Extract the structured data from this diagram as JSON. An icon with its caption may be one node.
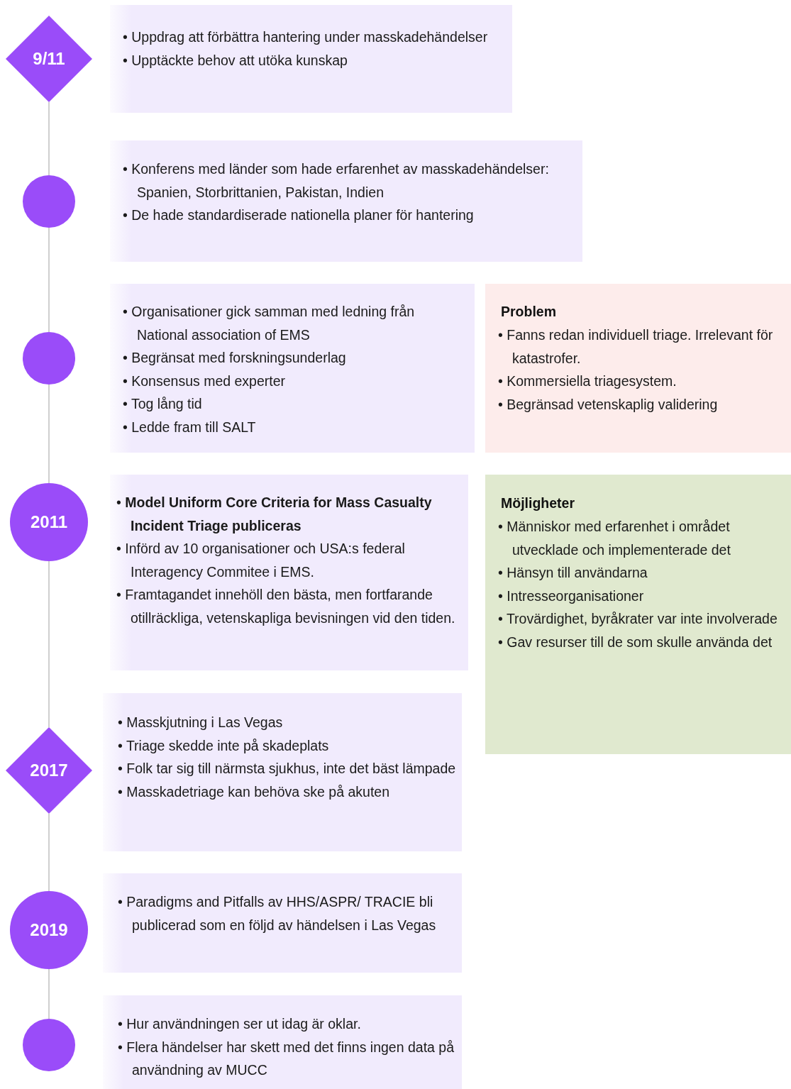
{
  "diagram": {
    "nodes": [
      {
        "text": [
          "9/11"
        ]
      },
      {
        "text": [
          "• Uppdrag att förbättra hantering under masskadehändelser",
          "• Upptäckte behov att utöka kunskap"
        ]
      },
      {
        "text": [],
        "shape": "circle"
      },
      {
        "text": [
          "• Konferens med länder som hade erfarenhet av masskadehändelser: Spanien, Storbrittanien, Pakistan, Indien",
          "• De hade standardiserade nationella planer för hantering"
        ]
      },
      {
        "text": [],
        "shape": "circle"
      },
      {
        "text": [
          "• Organisationer gick samman med ledning från National association of EMS",
          "• Begränsat med forskningsunderlag",
          "• Konsensus med experter",
          "• Tog lång tid",
          "• Ledde fram till SALT"
        ]
      },
      {
        "text": [
          "Problem",
          "• Fanns redan individuell triage. Irrelevant för katastrofer.",
          "• Kommersiella triagesystem.",
          "• Begränsad vetenskaplig validering"
        ]
      },
      {
        "text": [
          "2011"
        ]
      },
      {
        "text": [
          "• **Model Uniform Core Criteria for Mass Casualty Incident Triage publiceras**",
          "• Införd av 10 organisationer och USA:s federal Interagency Commitee i EMS.",
          "• Framtagandet innehöll den bästa, men fortfarande otillräckliga, vetenskapliga bevisningen vid den tiden."
        ]
      },
      {
        "text": [
          "Möjligheter",
          "• Människor med erfarenhet i området utvecklade och implementerade det",
          "• Hänsyn till användarna",
          "• Intresseorganisationer",
          "• Trovärdighet, byråkrater var inte involverade",
          "• Gav resurser till de som skulle använda det"
        ]
      },
      {
        "text": [
          "2017"
        ]
      },
      {
        "text": [
          "• Masskjutning i Las Vegas",
          "• Triage skedde inte på skadeplats",
          "• Folk tar sig till närmsta sjukhus, inte det bäst lämpade",
          "• Masskadetriage kan behöva ske på akuten"
        ]
      },
      {
        "text": [
          "2019"
        ]
      },
      {
        "text": [
          "• Paradigms and Pitfalls av HHS/ASPR/ TRACIE bli publicerad som en följd av händelsen i Las Vegas"
        ]
      },
      {
        "text": [],
        "shape": "circle"
      },
      {
        "text": [
          "• Hur användningen ser ut idag är oklar.",
          "• Flera händelser har skett med det finns ingen data på användning av MUCC"
        ]
      }
    ],
    "edges": [
      {
        "from": 0,
        "to": 2,
        "arrow": "none"
      },
      {
        "from": 2,
        "to": 4,
        "arrow": "none"
      },
      {
        "from": 4,
        "to": 7,
        "arrow": "none"
      },
      {
        "from": 7,
        "to": 10,
        "arrow": "none"
      },
      {
        "from": 10,
        "to": 12,
        "arrow": "none"
      },
      {
        "from": 12,
        "to": 14,
        "arrow": "none"
      }
    ]
  }
}
